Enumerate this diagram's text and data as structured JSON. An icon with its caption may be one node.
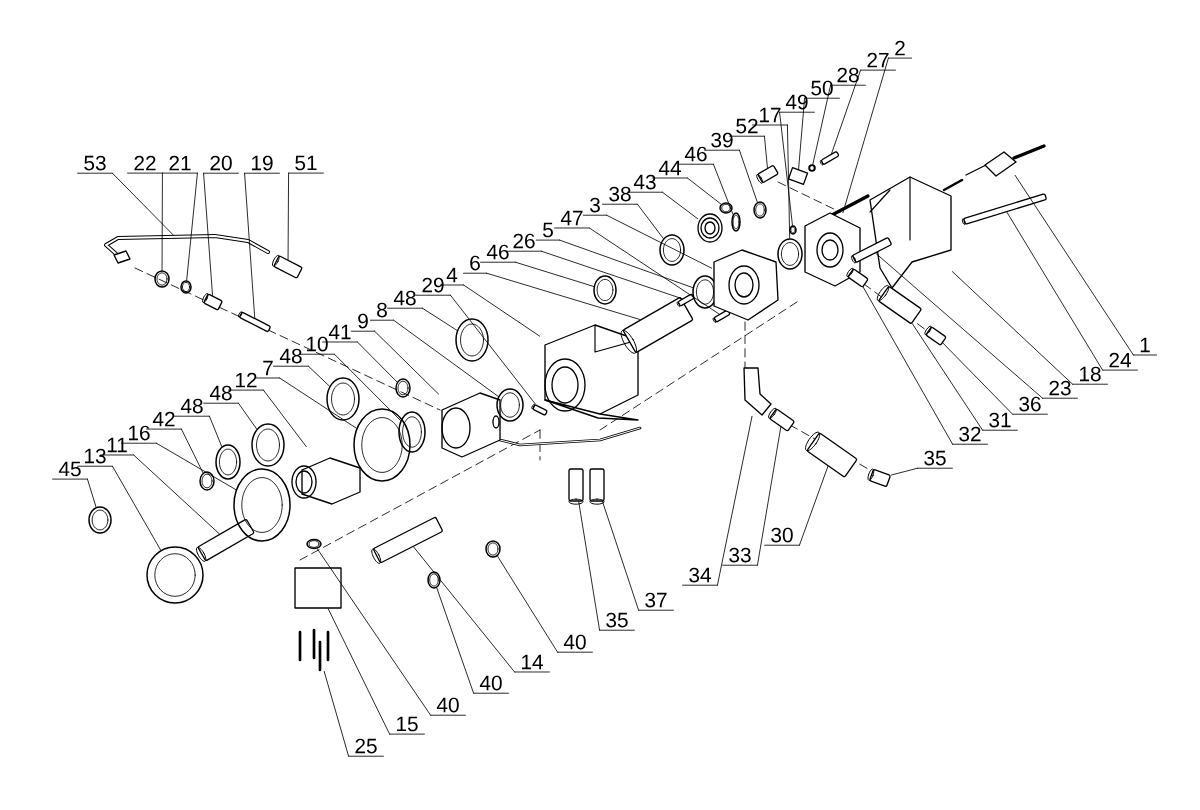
{
  "diagram": {
    "nodes": [
      {
        "text": [
          "53"
        ]
      },
      {
        "text": [
          "22"
        ]
      },
      {
        "text": [
          "21"
        ]
      },
      {
        "text": [
          "20"
        ]
      },
      {
        "text": [
          "19"
        ]
      },
      {
        "text": [
          "51"
        ]
      },
      {
        "text": [
          "10"
        ]
      },
      {
        "text": [
          "41"
        ]
      },
      {
        "text": [
          "9"
        ]
      },
      {
        "text": [
          "8"
        ]
      },
      {
        "text": [
          "48"
        ]
      },
      {
        "text": [
          "29"
        ]
      },
      {
        "text": [
          "4"
        ]
      },
      {
        "text": [
          "6"
        ]
      },
      {
        "text": [
          "46"
        ]
      },
      {
        "text": [
          "26"
        ]
      },
      {
        "text": [
          "5"
        ]
      },
      {
        "text": [
          "47"
        ]
      },
      {
        "text": [
          "3"
        ]
      },
      {
        "text": [
          "38"
        ]
      },
      {
        "text": [
          "43"
        ]
      },
      {
        "text": [
          "44"
        ]
      },
      {
        "text": [
          "46"
        ]
      },
      {
        "text": [
          "39"
        ]
      },
      {
        "text": [
          "52"
        ]
      },
      {
        "text": [
          "17"
        ]
      },
      {
        "text": [
          "49"
        ]
      },
      {
        "text": [
          "50"
        ]
      },
      {
        "text": [
          "28"
        ]
      },
      {
        "text": [
          "27"
        ]
      },
      {
        "text": [
          "2"
        ]
      },
      {
        "text": [
          "1"
        ]
      },
      {
        "text": [
          "24"
        ]
      },
      {
        "text": [
          "18"
        ]
      },
      {
        "text": [
          "23"
        ]
      },
      {
        "text": [
          "36"
        ]
      },
      {
        "text": [
          "31"
        ]
      },
      {
        "text": [
          "32"
        ]
      },
      {
        "text": [
          "35"
        ]
      },
      {
        "text": [
          "30"
        ]
      },
      {
        "text": [
          "33"
        ]
      },
      {
        "text": [
          "34"
        ]
      },
      {
        "text": [
          "37"
        ]
      },
      {
        "text": [
          "35"
        ]
      },
      {
        "text": [
          "40"
        ]
      },
      {
        "text": [
          "14"
        ]
      },
      {
        "text": [
          "40"
        ]
      },
      {
        "text": [
          "40"
        ]
      },
      {
        "text": [
          "15"
        ]
      },
      {
        "text": [
          "25"
        ]
      },
      {
        "text": [
          "45"
        ]
      },
      {
        "text": [
          "13"
        ]
      },
      {
        "text": [
          "11"
        ]
      },
      {
        "text": [
          "16"
        ]
      },
      {
        "text": [
          "42"
        ]
      },
      {
        "text": [
          "48"
        ]
      },
      {
        "text": [
          "48"
        ]
      },
      {
        "text": [
          "12"
        ]
      },
      {
        "text": [
          "7"
        ]
      },
      {
        "text": [
          "48"
        ]
      },
      {
        "text": [],
        "shape": "picture"
      },
      {
        "text": [],
        "shape": "circle"
      },
      {
        "text": [],
        "shape": "circle"
      },
      {
        "text": [],
        "shape": "cylinder"
      },
      {
        "text": [],
        "shape": "cylinder"
      },
      {
        "text": [],
        "shape": "cylinder"
      },
      {
        "text": [],
        "shape": "circle"
      },
      {
        "text": [],
        "shape": "circle"
      },
      {
        "text": [],
        "shape": "picture"
      },
      {
        "text": [],
        "shape": "circle"
      },
      {
        "text": [],
        "shape": "circle"
      },
      {
        "text": [],
        "shape": "cylinder"
      },
      {
        "text": [],
        "shape": "picture"
      },
      {
        "text": [],
        "shape": "cylinder"
      },
      {
        "text": [],
        "shape": "circle"
      },
      {
        "text": [],
        "shape": "cylinder"
      },
      {
        "text": [],
        "shape": "circle"
      },
      {
        "text": [],
        "shape": "cylinder"
      },
      {
        "text": [],
        "shape": "picture"
      },
      {
        "text": [],
        "shape": "circle"
      },
      {
        "text": [],
        "shape": "picture"
      },
      {
        "text": [],
        "shape": "circle"
      },
      {
        "text": [],
        "shape": "circle"
      },
      {
        "text": [],
        "shape": "circle"
      },
      {
        "text": [],
        "shape": "cylinder"
      },
      {
        "text": [],
        "shape": "circle"
      },
      {
        "text": [],
        "shape": "circle"
      },
      {
        "text": [],
        "shape": "box"
      },
      {
        "text": [],
        "shape": "circle"
      },
      {
        "text": [],
        "shape": "cylinder"
      },
      {
        "text": [],
        "shape": "picture"
      },
      {
        "text": [],
        "shape": "picture"
      },
      {
        "text": [],
        "shape": "cylinder"
      },
      {
        "text": [],
        "shape": "picture"
      },
      {
        "text": [],
        "shape": "cylinder"
      },
      {
        "text": [],
        "shape": "cylinder"
      },
      {
        "text": [],
        "shape": "cylinder"
      },
      {
        "text": [],
        "shape": "cylinder"
      },
      {
        "text": [],
        "shape": "cylinder"
      },
      {
        "text": [],
        "shape": "cylinder"
      },
      {
        "text": [],
        "shape": "cylinder"
      },
      {
        "text": [],
        "shape": "picture"
      },
      {
        "text": [],
        "shape": "cylinder"
      },
      {
        "text": [],
        "shape": "cylinder"
      },
      {
        "text": [],
        "shape": "circle"
      },
      {
        "text": [],
        "shape": "cylinder"
      },
      {
        "text": [],
        "shape": "circle"
      },
      {
        "text": [],
        "shape": "circle"
      },
      {
        "text": [],
        "shape": "box"
      },
      {
        "text": [],
        "shape": "picture"
      },
      {
        "text": [],
        "shape": "circle"
      },
      {
        "text": [],
        "shape": "circle"
      },
      {
        "text": [],
        "shape": "cylinder"
      },
      {
        "text": [],
        "shape": "circle"
      },
      {
        "text": [],
        "shape": "circle"
      },
      {
        "text": [],
        "shape": "circle"
      },
      {
        "text": [],
        "shape": "circle"
      },
      {
        "text": [],
        "shape": "picture"
      },
      {
        "text": [],
        "shape": "circle"
      },
      {
        "text": [],
        "shape": "circle"
      }
    ],
    "edges": [
      {
        "from": 0,
        "to": 60,
        "arrow": "none"
      },
      {
        "from": 1,
        "to": 61,
        "arrow": "none"
      },
      {
        "from": 2,
        "to": 62,
        "arrow": "none"
      },
      {
        "from": 3,
        "to": 63,
        "arrow": "none"
      },
      {
        "from": 4,
        "to": 64,
        "arrow": "none"
      },
      {
        "from": 5,
        "to": 65,
        "arrow": "none"
      },
      {
        "from": 6,
        "to": 66,
        "arrow": "none"
      },
      {
        "from": 7,
        "to": 67,
        "arrow": "none"
      },
      {
        "from": 8,
        "to": 68,
        "arrow": "none"
      },
      {
        "from": 9,
        "to": 69,
        "arrow": "none"
      },
      {
        "from": 10,
        "to": 70,
        "arrow": "none"
      },
      {
        "from": 11,
        "to": 71,
        "arrow": "none"
      },
      {
        "from": 12,
        "to": 72,
        "arrow": "none"
      },
      {
        "from": 13,
        "to": 73,
        "arrow": "none"
      },
      {
        "from": 14,
        "to": 74,
        "arrow": "none"
      },
      {
        "from": 15,
        "to": 75,
        "arrow": "none"
      },
      {
        "from": 16,
        "to": 76,
        "arrow": "none"
      },
      {
        "from": 17,
        "to": 77,
        "arrow": "none"
      },
      {
        "from": 18,
        "to": 78,
        "arrow": "none"
      },
      {
        "from": 19,
        "to": 79,
        "arrow": "none"
      },
      {
        "from": 20,
        "to": 80,
        "arrow": "none"
      },
      {
        "from": 21,
        "to": 81,
        "arrow": "none"
      },
      {
        "from": 22,
        "to": 82,
        "arrow": "none"
      },
      {
        "from": 23,
        "to": 83,
        "arrow": "none"
      },
      {
        "from": 24,
        "to": 84,
        "arrow": "none"
      },
      {
        "from": 25,
        "to": 85,
        "arrow": "none"
      },
      {
        "from": 26,
        "to": 86,
        "arrow": "none"
      },
      {
        "from": 27,
        "to": 87,
        "arrow": "none"
      },
      {
        "from": 28,
        "to": 88,
        "arrow": "none"
      },
      {
        "from": 29,
        "to": 89,
        "arrow": "none"
      },
      {
        "from": 30,
        "to": 90,
        "arrow": "none"
      },
      {
        "from": 31,
        "to": 91,
        "arrow": "none"
      },
      {
        "from": 32,
        "to": 92,
        "arrow": "none"
      },
      {
        "from": 33,
        "to": 93,
        "arrow": "none"
      },
      {
        "from": 34,
        "to": 94,
        "arrow": "none"
      },
      {
        "from": 35,
        "to": 95,
        "arrow": "none"
      },
      {
        "from": 36,
        "to": 96,
        "arrow": "none"
      },
      {
        "from": 37,
        "to": 97,
        "arrow": "none"
      },
      {
        "from": 38,
        "to": 98,
        "arrow": "none"
      },
      {
        "from": 39,
        "to": 99,
        "arrow": "none"
      },
      {
        "from": 40,
        "to": 100,
        "arrow": "none"
      },
      {
        "from": 41,
        "to": 101,
        "arrow": "none"
      },
      {
        "from": 42,
        "to": 102,
        "arrow": "none"
      },
      {
        "from": 43,
        "to": 103,
        "arrow": "none"
      },
      {
        "from": 44,
        "to": 104,
        "arrow": "none"
      },
      {
        "from": 45,
        "to": 105,
        "arrow": "none"
      },
      {
        "from": 46,
        "to": 106,
        "arrow": "none"
      },
      {
        "from": 47,
        "to": 107,
        "arrow": "none"
      },
      {
        "from": 48,
        "to": 108,
        "arrow": "none"
      },
      {
        "from": 49,
        "to": 109,
        "arrow": "none"
      },
      {
        "from": 50,
        "to": 110,
        "arrow": "none"
      },
      {
        "from": 51,
        "to": 111,
        "arrow": "none"
      },
      {
        "from": 52,
        "to": 112,
        "arrow": "none"
      },
      {
        "from": 53,
        "to": 113,
        "arrow": "none"
      },
      {
        "from": 54,
        "to": 114,
        "arrow": "none"
      },
      {
        "from": 55,
        "to": 115,
        "arrow": "none"
      },
      {
        "from": 56,
        "to": 116,
        "arrow": "none"
      },
      {
        "from": 57,
        "to": 117,
        "arrow": "none"
      },
      {
        "from": 58,
        "to": 118,
        "arrow": "none"
      },
      {
        "from": 59,
        "to": 119,
        "arrow": "none"
      }
    ]
  }
}
